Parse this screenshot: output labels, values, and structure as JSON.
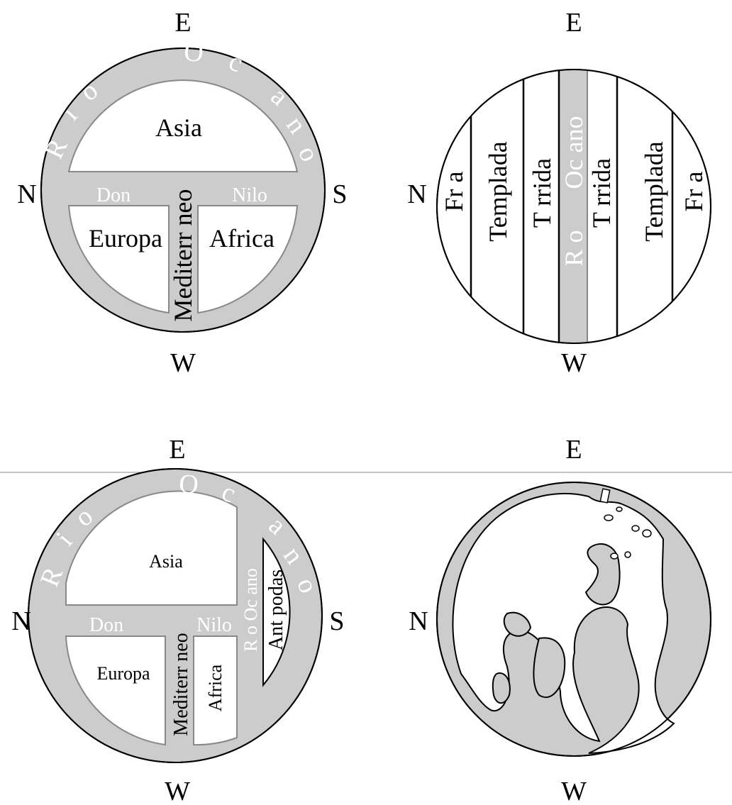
{
  "colors": {
    "water": "#cccccc",
    "land": "#ffffff",
    "ink": "#000000",
    "onwater": "#ffffff"
  },
  "diagram1": {
    "compass": {
      "top": "E",
      "bottom": "W",
      "left": "N",
      "right": "S"
    },
    "ocean_ring": [
      "R",
      "i",
      "o",
      "O",
      "c",
      "a",
      "n",
      "o"
    ],
    "rivers": {
      "don": "Don",
      "nilo": "Nilo",
      "mediterraneo": "Mediterr neo"
    },
    "regions": {
      "asia": "Asia",
      "europa": "Europa",
      "africa": "Africa"
    }
  },
  "diagram2": {
    "compass": {
      "top": "E",
      "bottom": "W",
      "left": "N",
      "right": "S"
    },
    "zones": [
      "Fr a",
      "Templada",
      "T rrida",
      "T rrida",
      "Templada",
      "Fr a"
    ],
    "river": {
      "rio": "R o",
      "oceano": "Oc ano"
    }
  },
  "diagram3": {
    "compass": {
      "top": "E",
      "bottom": "W",
      "left": "N",
      "right": "S"
    },
    "ocean_ring": [
      "R",
      "i",
      "o",
      "O",
      "c",
      "a",
      "n",
      "o"
    ],
    "rivers": {
      "don": "Don",
      "nilo": "Nilo",
      "mediterraneo": "Mediterr neo",
      "rio_oceano": "R o Oc ano"
    },
    "regions": {
      "asia": "Asia",
      "europa": "Europa",
      "africa": "Africa",
      "antipodas": "Ant podas"
    }
  },
  "diagram4": {
    "compass": {
      "top": "E",
      "bottom": "W",
      "left": "N",
      "right": "S"
    }
  }
}
